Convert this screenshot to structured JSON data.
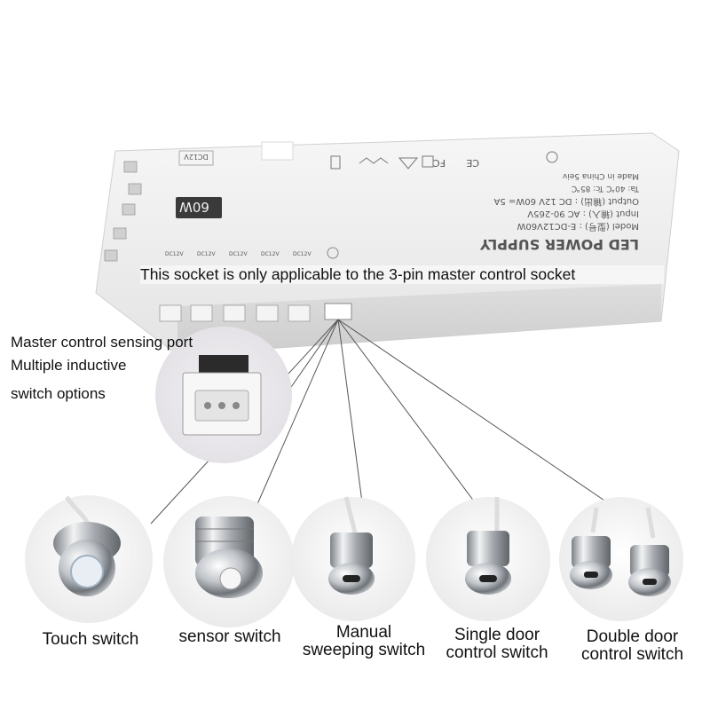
{
  "callout": "This socket is only applicable to the 3-pin master control socket",
  "port_labels": {
    "line1": "Master control sensing port",
    "line2": "Multiple inductive",
    "line3": "switch options"
  },
  "device": {
    "power_badge": "60W",
    "title": "LED POWER SUPPLY",
    "model": "Model (型号) : E-DC12V60W",
    "input": "Input (输入) : AC 90-265V",
    "output": "Output (输出) : DC 12V 60W= 5A",
    "temp": "Ta: 40℃   Tc: 85℃",
    "origin": "Made in China   5eiv",
    "dc_label": "DC12V",
    "port_tag": "DC12V",
    "marks": [
      "CE",
      "FC"
    ]
  },
  "switches": [
    {
      "caption_lines": [
        "Touch switch"
      ]
    },
    {
      "caption_lines": [
        "sensor switch"
      ]
    },
    {
      "caption_lines": [
        "Manual",
        "sweeping switch"
      ]
    },
    {
      "caption_lines": [
        "Single door",
        "control switch"
      ]
    },
    {
      "caption_lines": [
        "Double door",
        "control switch"
      ]
    }
  ]
}
